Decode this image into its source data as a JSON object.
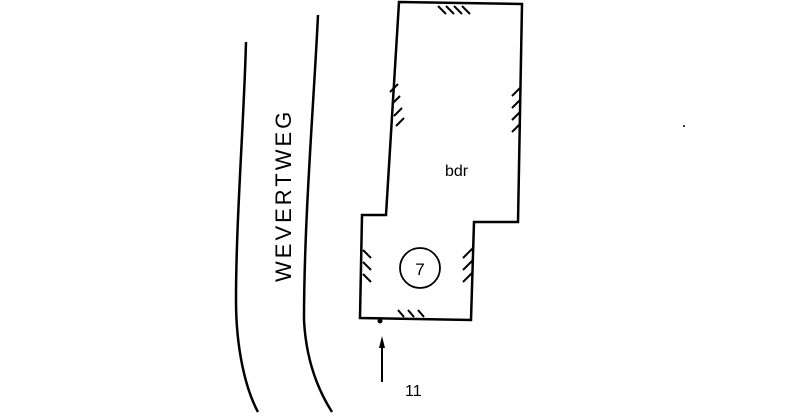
{
  "street": {
    "name": "WEVERTWEG"
  },
  "building": {
    "label": "bdr",
    "number": "7"
  },
  "entrance": {
    "label": "11"
  },
  "colors": {
    "ink": "#000000",
    "background": "#ffffff"
  }
}
